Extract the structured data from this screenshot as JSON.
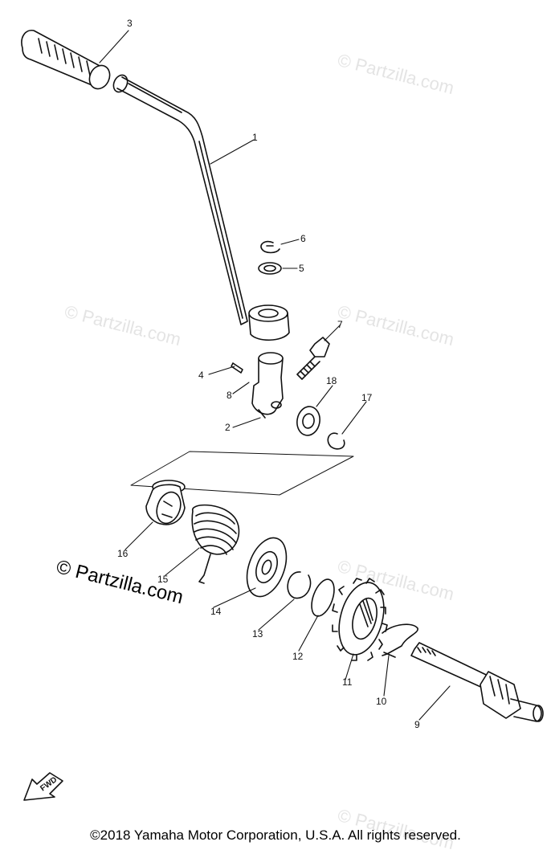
{
  "watermark": {
    "text": "© Partzilla.com"
  },
  "parts": [
    {
      "number": "1"
    },
    {
      "number": "2"
    },
    {
      "number": "3"
    },
    {
      "number": "4"
    },
    {
      "number": "5"
    },
    {
      "number": "6"
    },
    {
      "number": "7"
    },
    {
      "number": "8"
    },
    {
      "number": "9"
    },
    {
      "number": "10"
    },
    {
      "number": "11"
    },
    {
      "number": "12"
    },
    {
      "number": "13"
    },
    {
      "number": "14"
    },
    {
      "number": "15"
    },
    {
      "number": "16"
    },
    {
      "number": "17"
    },
    {
      "number": "18"
    }
  ],
  "fwd_badge": "FWD",
  "copyright": "©2018 Yamaha Motor Corporation, U.S.A. All rights reserved."
}
